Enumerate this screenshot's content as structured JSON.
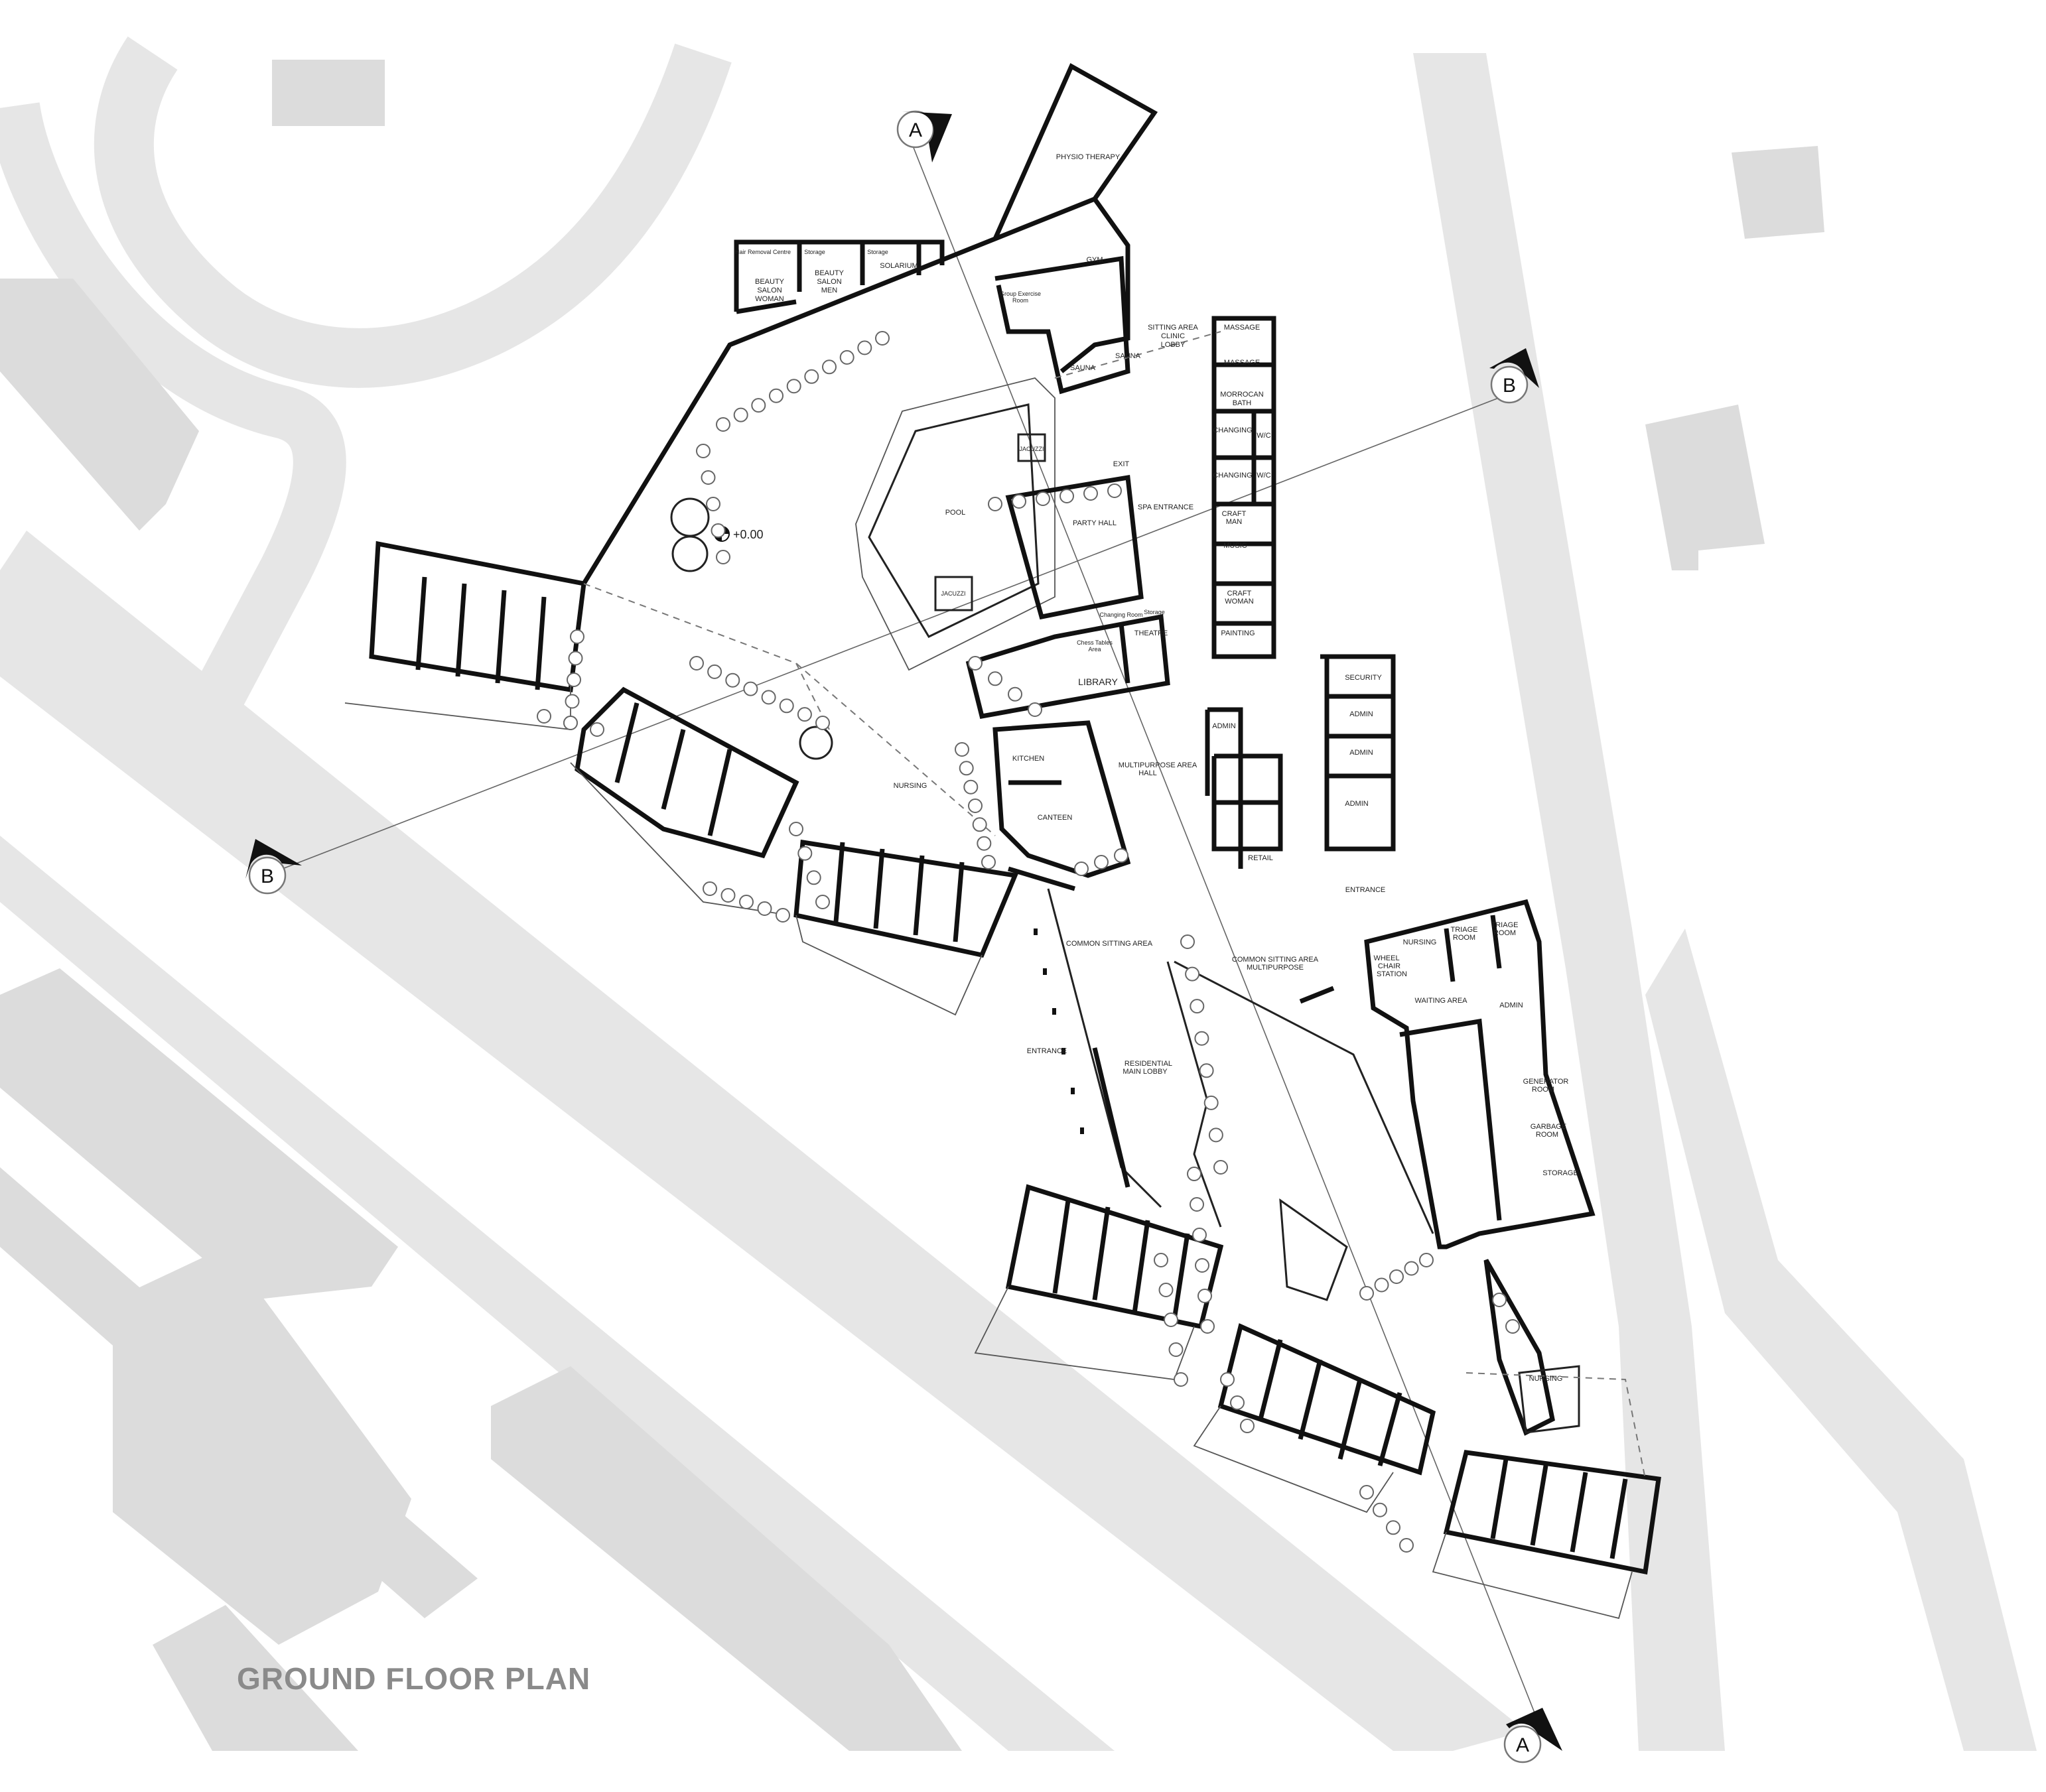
{
  "title": "GROUND FLOOR PLAN",
  "level_mark": "+0.00",
  "section_markers": [
    {
      "letter": "A"
    },
    {
      "letter": "B"
    },
    {
      "letter": "B"
    },
    {
      "letter": "A"
    }
  ],
  "rooms": {
    "hair_removal_centre": "Hair Removal Centre",
    "storage_1": "Storage",
    "storage_2": "Storage",
    "beauty_salon_woman": [
      "BEAUTY",
      "SALON",
      "WOMAN"
    ],
    "beauty_salon_men": [
      "BEAUTY",
      "SALON",
      "MEN"
    ],
    "solarium": "SOLARIUM",
    "physio_therapy": "PHYSIO THERAPY",
    "gym": "GYM",
    "group_exercise_room": [
      "Group Exercise",
      "Room"
    ],
    "sauna_1": "SAUNA",
    "sauna_2": "SAUNA",
    "sitting_area_clinic_lobby": [
      "SITTING AREA",
      "CLINIC",
      "LOBBY"
    ],
    "massage_1": "MASSAGE",
    "massage_2": "MASSAGE",
    "morrocan_bath": [
      "MORROCAN",
      "BATH"
    ],
    "changing_1": "CHANGING",
    "changing_2": "CHANGING",
    "wc_1": "W/C",
    "wc_2": "W/C",
    "craft_man": [
      "CRAFT",
      "MAN"
    ],
    "music": "MUSIC",
    "craft_woman": [
      "CRAFT",
      "WOMAN"
    ],
    "painting": "PAINTING",
    "jacuzzi_1": "JACUZZI",
    "jacuzzi_2": "JACUZZI",
    "pool": "POOL",
    "exit": "EXIT",
    "spa_entrance": "SPA ENTRANCE",
    "party_hall": "PARTY HALL",
    "changing_room_small": "Changing Room",
    "storage_small": "Storage",
    "theatre": "THEATRE",
    "chess_table": [
      "Chess Tables",
      "Area"
    ],
    "library": "LIBRARY",
    "kitchen": "KITCHEN",
    "canteen": "CANTEEN",
    "multipurpose_hall": [
      "MULTIPURPOSE AREA",
      "HALL"
    ],
    "admin_left": "ADMIN",
    "retail": "RETAIL",
    "security": "SECURITY",
    "admin_1": "ADMIN",
    "admin_2": "ADMIN",
    "admin_3": "ADMIN",
    "nursing_1": "NURSING",
    "entrance_right": "ENTRANCE",
    "common_sitting_area_1": "COMMON SITTING AREA",
    "common_sitting_multipurpose": [
      "COMMON SITTING AREA",
      "MULTIPURPOSE"
    ],
    "nursing_2": "NURSING",
    "triage_room_1": [
      "TRIAGE",
      "ROOM"
    ],
    "triage_room_2": [
      "TRIAGE",
      "ROOM"
    ],
    "wheelchair_station": [
      "WHEEL",
      "CHAIR",
      "STATION"
    ],
    "waiting_area": "WAITING AREA",
    "admin_clinic": "ADMIN",
    "entrance_left": "ENTRANCE",
    "residential_main_lobby": [
      "RESIDENTIAL",
      "MAIN LOBBY"
    ],
    "generator_room": [
      "GENERATOR",
      "ROOM"
    ],
    "garbage_room": [
      "GARBAGE",
      "ROOM"
    ],
    "storage_clinic": "STORAGE",
    "nursing_3": "NURSING"
  }
}
